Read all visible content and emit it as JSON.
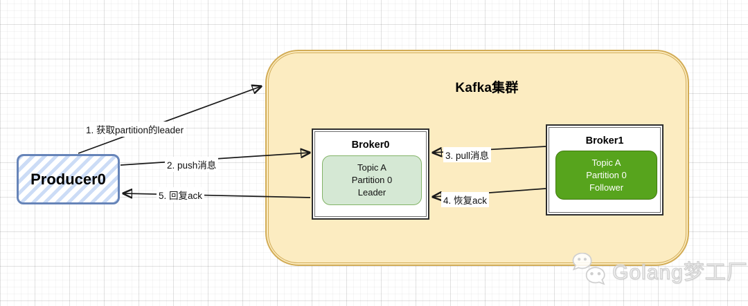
{
  "diagram": {
    "cluster": {
      "title": "Kafka集群",
      "fill": "#fcecc1",
      "border": "#d2ac56"
    },
    "producer": {
      "label": "Producer0",
      "border": "#6684b8",
      "stripe_fill": "#ccdcf6"
    },
    "brokers": [
      {
        "name": "Broker0",
        "role": "leader",
        "partition": [
          "Topic A",
          "Partition 0",
          "Leader"
        ],
        "partition_fill": "#d5e8d4",
        "partition_border": "#82b366"
      },
      {
        "name": "Broker1",
        "role": "follower",
        "partition": [
          "Topic A",
          "Partition 0",
          "Follower"
        ],
        "partition_fill": "#57a41d",
        "partition_border": "#40790e"
      }
    ],
    "edges": [
      {
        "label": "1. 获取partition的leader",
        "from": "Producer0",
        "to": "Kafka集群"
      },
      {
        "label": "2. push消息",
        "from": "Producer0",
        "to": "Broker0"
      },
      {
        "label": "3. pull消息",
        "from": "Broker1",
        "to": "Broker0"
      },
      {
        "label": "4. 恢复ack",
        "from": "Broker1",
        "to": "Broker0"
      },
      {
        "label": "5. 回复ack",
        "from": "Broker0",
        "to": "Producer0"
      }
    ],
    "arrow_color": "#1a1a1a",
    "watermark": {
      "text": "Golang梦工厂",
      "icon": "wechat-icon"
    }
  }
}
